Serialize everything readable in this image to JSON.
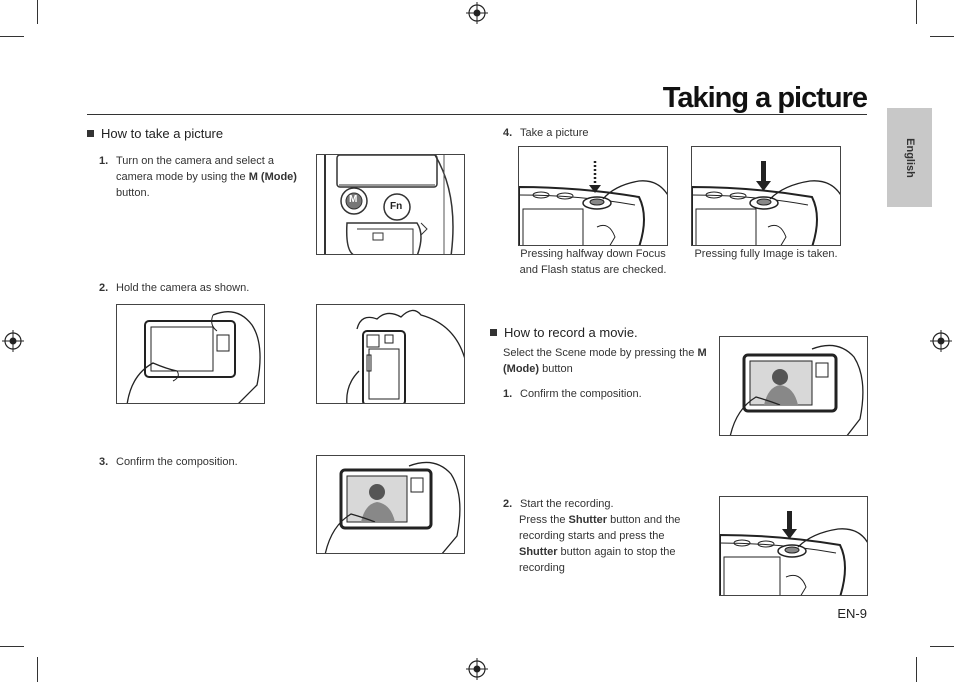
{
  "header": {
    "title": "Taking a picture",
    "side_tab": "English"
  },
  "left": {
    "section_title": "How to take a picture",
    "step1": {
      "num": "1.",
      "text_a": "Turn on the camera and select a",
      "text_b": "camera mode by using the ",
      "bold": "M (Mode)",
      "text_c": "button."
    },
    "step2": {
      "num": "2.",
      "text": "Hold the camera as shown."
    },
    "step3": {
      "num": "3.",
      "text": "Confirm the composition."
    },
    "mode_button_label": "M",
    "fn_button_label": "Fn"
  },
  "right": {
    "step4": {
      "num": "4.",
      "text": "Take a picture"
    },
    "caption_half": {
      "line1": "Pressing halfway down Focus",
      "line2": "and Flash status are checked."
    },
    "caption_full": "Pressing fully Image is taken.",
    "movie_title": "How to record a movie.",
    "movie_intro_a": "Select the Scene mode by pressing the ",
    "movie_intro_bold": "M (Mode)",
    "movie_intro_b": " button",
    "movie_step1": {
      "num": "1.",
      "text": "Confirm the composition."
    },
    "movie_step2": {
      "num": "2.",
      "line1": "Start the recording.",
      "press_the": "Press the ",
      "shutter1": "Shutter",
      "rest1": " button and the",
      "line3": "recording starts and press the",
      "shutter2": "Shutter",
      "rest2": " button again to stop the",
      "line5": "recording"
    }
  },
  "footer": {
    "page_number": "EN-9"
  }
}
